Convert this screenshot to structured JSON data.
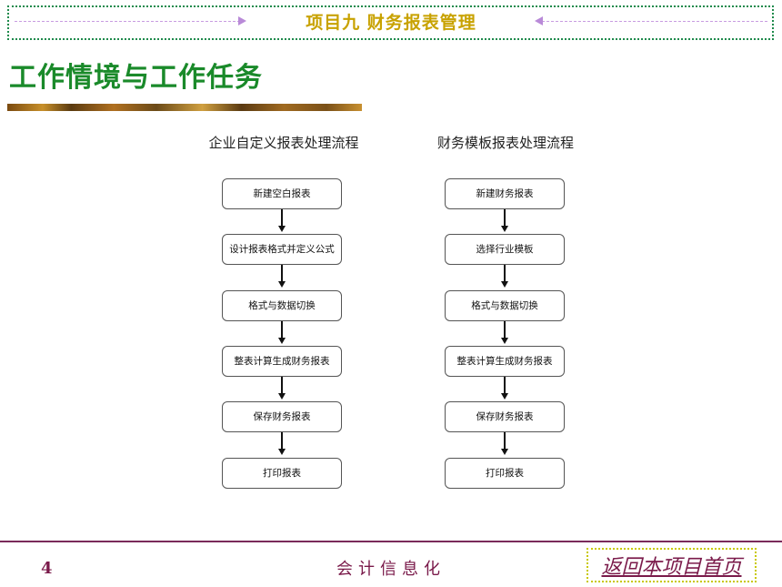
{
  "header": {
    "title": "项目九 财务报表管理"
  },
  "main": {
    "title": "工作情境与工作任务"
  },
  "flows": [
    {
      "title": "企业自定义报表处理流程",
      "steps": [
        "新建空白报表",
        "设计报表格式并定义公式",
        "格式与数据切换",
        "整表计算生成财务报表",
        "保存财务报表",
        "打印报表"
      ]
    },
    {
      "title": "财务模板报表处理流程",
      "steps": [
        "新建财务报表",
        "选择行业模板",
        "格式与数据切换",
        "整表计算生成财务报表",
        "保存财务报表",
        "打印报表"
      ]
    }
  ],
  "footer": {
    "page_number": "4",
    "course": "会计信息化",
    "back_link": "返回本项目首页"
  }
}
